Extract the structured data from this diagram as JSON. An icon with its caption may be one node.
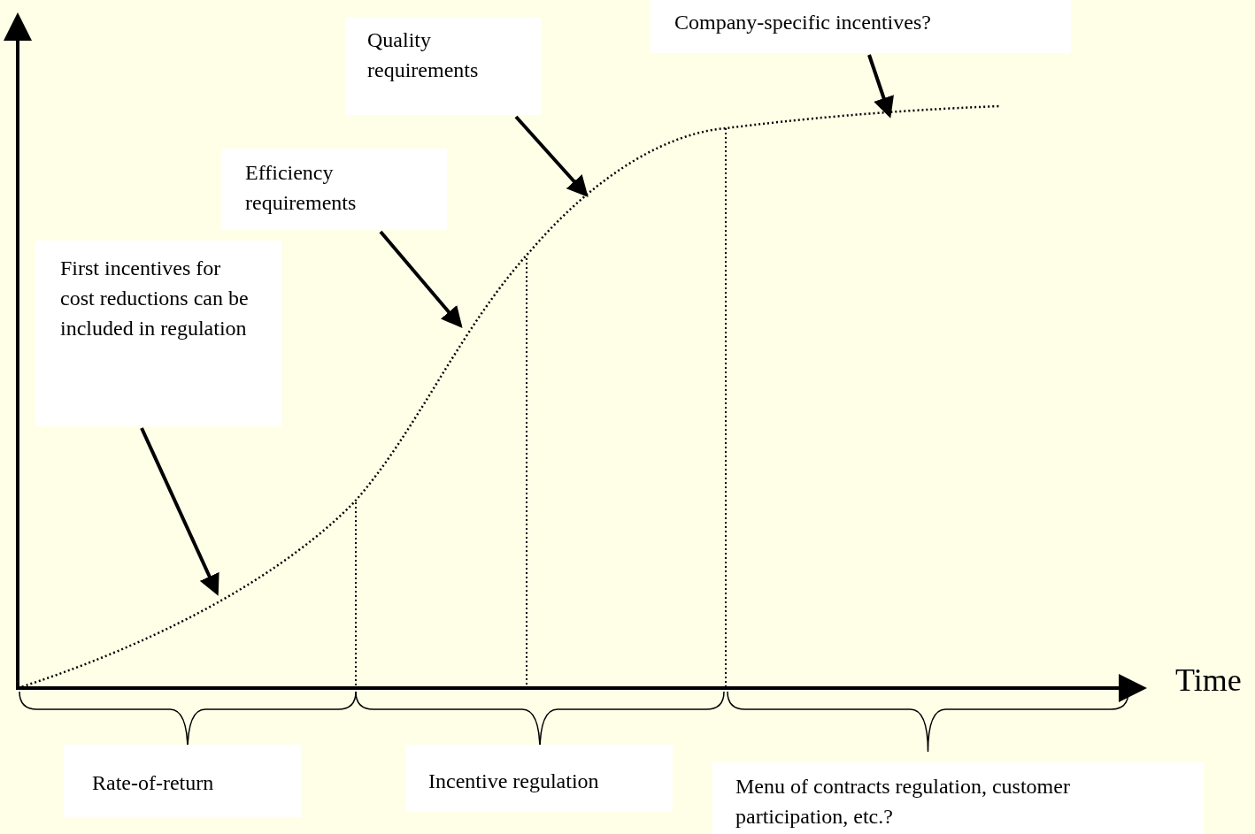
{
  "diagram": {
    "nodes": [
      {
        "text": [
          "First incentives for cost reductions can be included in regulation"
        ]
      },
      {
        "text": [
          "Efficiency requirements"
        ]
      },
      {
        "text": [
          "Quality requirements"
        ]
      },
      {
        "text": [
          "Company-specific incentives?"
        ]
      },
      {
        "text": [
          "Rate-of-return"
        ]
      },
      {
        "text": [
          "Incentive regulation"
        ]
      },
      {
        "text": [
          "Menu of contracts regulation, customer participation, etc.?"
        ]
      }
    ],
    "edges": [
      {
        "from": 0,
        "to": null,
        "arrow": "to"
      },
      {
        "from": 1,
        "to": null,
        "arrow": "to"
      },
      {
        "from": 2,
        "to": null,
        "arrow": "to"
      },
      {
        "from": 3,
        "to": null,
        "arrow": "to"
      }
    ],
    "labels": [
      "Time"
    ]
  }
}
